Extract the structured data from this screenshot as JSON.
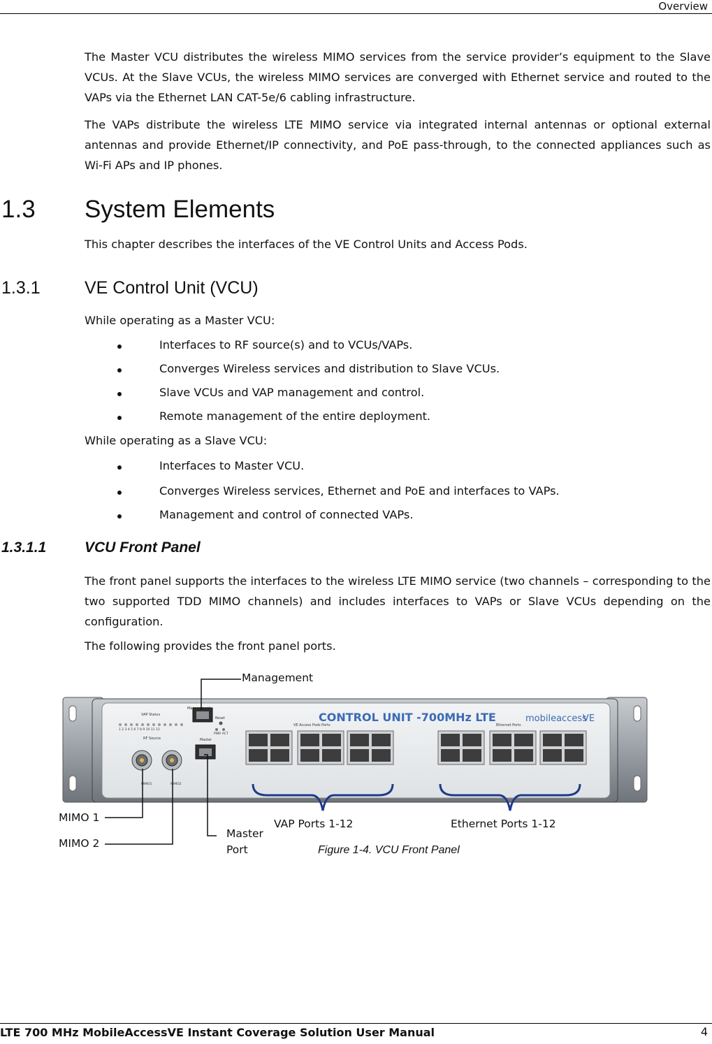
{
  "header": {
    "section": "Overview"
  },
  "paragraphs": [
    "The Master VCU distributes the wireless MIMO services from the service provider’s equipment to the Slave VCUs. At the Slave VCUs, the wireless MIMO services are converged with Ethernet service and routed to the VAPs via the Ethernet LAN CAT-5e/6 cabling infrastructure.",
    "The VAPs distribute the wireless LTE MIMO service via integrated internal antennas or optional external antennas and provide Ethernet/IP connectivity, and PoE pass-through, to the connected appliances such as Wi-Fi APs and IP phones."
  ],
  "section_1_3": {
    "number": "1.3",
    "title": "System Elements",
    "intro": "This chapter describes the interfaces of the VE Control Units and Access Pods."
  },
  "section_1_3_1": {
    "number": "1.3.1",
    "title": "VE Control Unit (VCU)",
    "master_intro": "While operating as a Master VCU:",
    "master_items": [
      "Interfaces to RF source(s) and to VCUs/VAPs.",
      "Converges Wireless services and distribution to Slave VCUs.",
      "Slave VCUs and VAP management and control.",
      "Remote management of the entire deployment."
    ],
    "slave_intro": "While operating as a Slave VCU:",
    "slave_items": [
      "Interfaces to Master VCU.",
      "Converges Wireless services, Ethernet and PoE and interfaces to VAPs.",
      "Management and control of connected VAPs."
    ]
  },
  "section_1_3_1_1": {
    "number": "1.3.1.1",
    "title": "VCU Front Panel",
    "body": "The front panel supports the interfaces to the wireless LTE MIMO service (two channels – corresponding to the two supported TDD MIMO channels) and includes interfaces to VAPs or Slave VCUs depending on the configuration.",
    "intro_fig": "The following provides the front panel ports."
  },
  "figure": {
    "labels": {
      "management": "Management",
      "mimo1": "MIMO 1",
      "mimo2": "MIMO 2",
      "master_port_line1": "Master",
      "master_port_line2": "Port",
      "vap_ports": "VAP Ports 1-12",
      "ethernet_ports": "Ethernet Ports 1-12"
    },
    "panel": {
      "title": "CONTROL UNIT -700MHz LTE",
      "brand": "mobileaccess",
      "brand_suffix": "VE",
      "vap_status": "VAP Status",
      "rf_source": "RF Source",
      "management": "Management",
      "reset": "Reset",
      "pwr_act": "PWR  ACT",
      "master": "Master",
      "mimo1": "MIMO1",
      "mimo2": "MIMO2",
      "vap_group": "VE Access Pods Ports",
      "eth_group": "Ethernet Ports",
      "status_numbers": "1  2  3  4  5  6  7  8  9  10 11 12"
    },
    "caption": "Figure 1-4. VCU Front Panel"
  },
  "footer": {
    "title": "LTE 700 MHz MobileAccessVE Instant Coverage Solution User Manual",
    "page": "4"
  }
}
